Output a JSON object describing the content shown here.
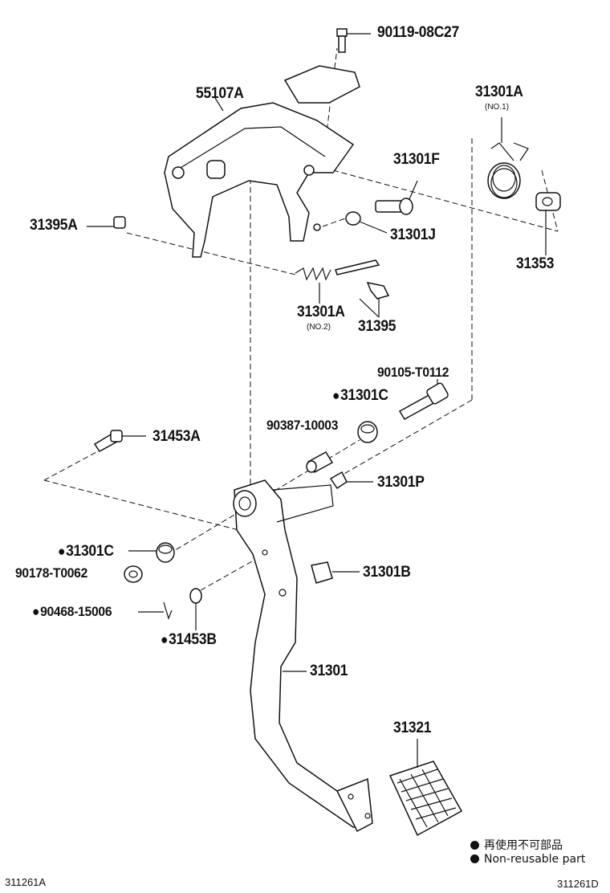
{
  "labels": {
    "p_9011908c27": "90119-08C27",
    "p_55107a": "55107A",
    "p_31301a_no1": "31301A",
    "p_31301a_no1_sub": "(NO.1)",
    "p_31301f": "31301F",
    "p_31395a": "31395A",
    "p_31301j": "31301J",
    "p_31353": "31353",
    "p_31301a_no2": "31301A",
    "p_31301a_no2_sub": "(NO.2)",
    "p_31395": "31395",
    "p_90105t0112": "90105-T0112",
    "p_31301c_top": "31301C",
    "p_9038710003": "90387-10003",
    "p_31453a": "31453A",
    "p_31301p": "31301P",
    "p_31301c_left": "31301C",
    "p_90178t0062": "90178-T0062",
    "p_31301b": "31301B",
    "p_9046815006": "90468-15006",
    "p_31453b": "31453B",
    "p_31301": "31301",
    "p_31321": "31321"
  },
  "legend": {
    "line_japanese": "再使用不可部品",
    "line_english": "Non-reusable part"
  },
  "footer": {
    "left_code": "311261A",
    "right_code": "311261D"
  }
}
